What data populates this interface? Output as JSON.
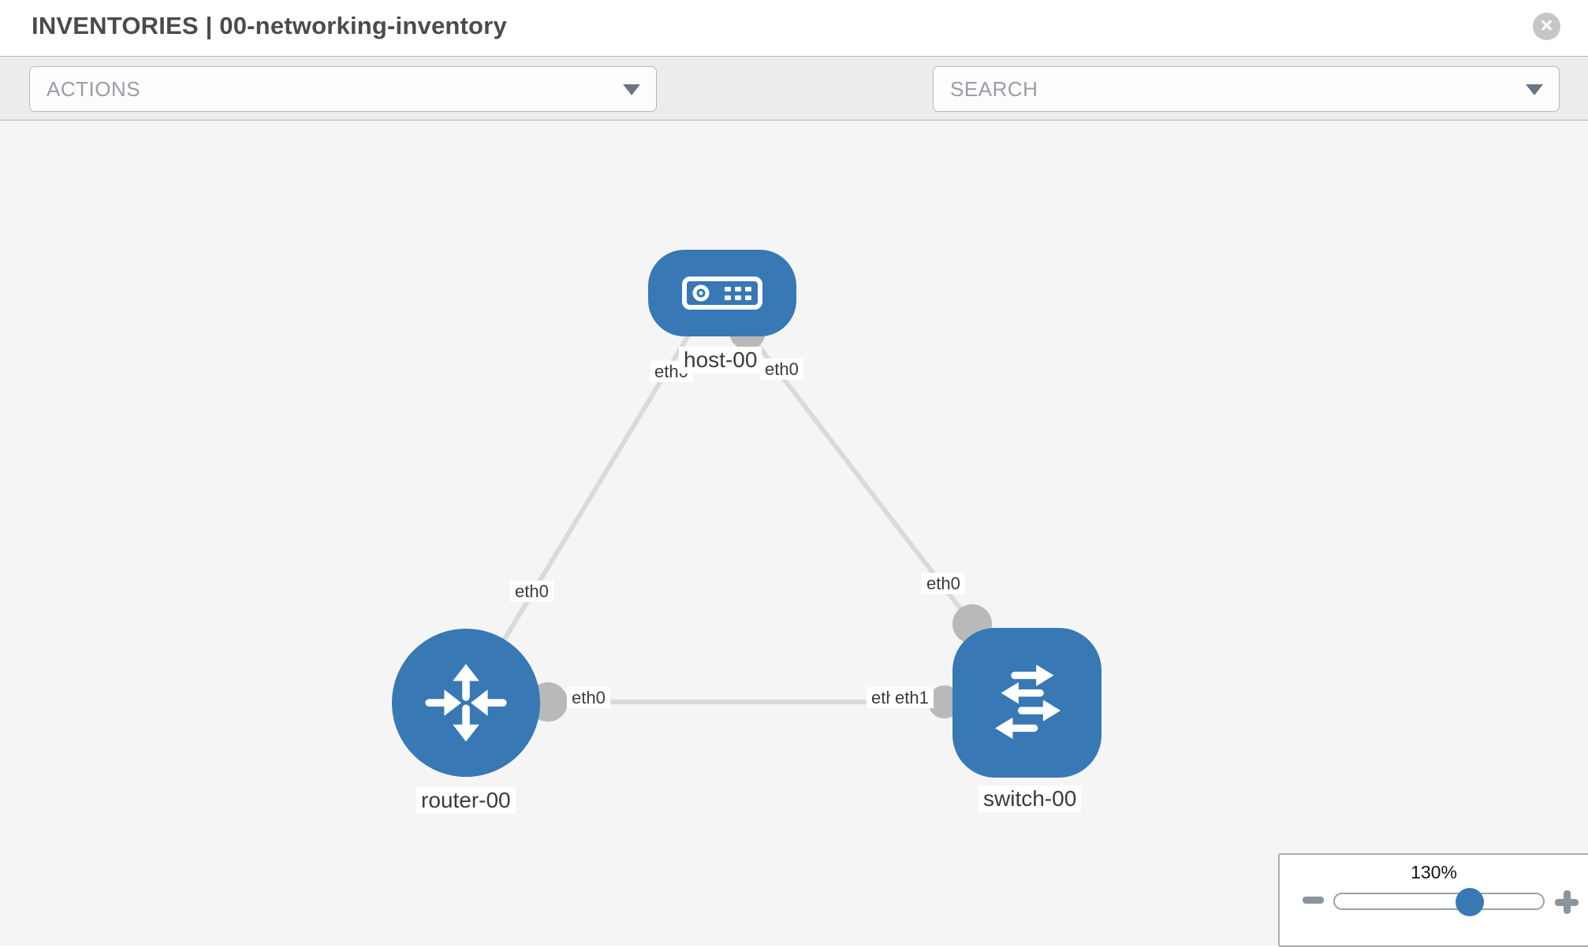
{
  "header": {
    "title": "INVENTORIES | 00-networking-inventory"
  },
  "toolbar": {
    "actions_label": "ACTIONS",
    "search_placeholder": "SEARCH"
  },
  "icons": {
    "close": "×",
    "chevron_down": "triangle-down",
    "wrench": "wrench-icon",
    "key": "key-icon",
    "minus": "minus-icon",
    "plus": "plus-icon"
  },
  "colors": {
    "node_blue": "#3878b5",
    "link_gray": "#dadada",
    "connector_gray": "#b9b9b9",
    "canvas_bg": "#f5f5f5",
    "toolbar_bg": "#ececec"
  },
  "topology": {
    "nodes": [
      {
        "id": "host-00",
        "type": "host",
        "label": "host-00"
      },
      {
        "id": "router-00",
        "type": "router",
        "label": "router-00"
      },
      {
        "id": "switch-00",
        "type": "switch",
        "label": "switch-00"
      }
    ],
    "links": [
      {
        "from": "router-00",
        "to": "host-00",
        "from_interface": "eth0",
        "to_interface": "eth0"
      },
      {
        "from": "host-00",
        "to": "switch-00",
        "from_interface": "eth0",
        "to_interface": "eth0"
      },
      {
        "from": "router-00",
        "to": "switch-00",
        "from_interface": "eth0",
        "to_interface": "eth1"
      }
    ],
    "interface_labels": {
      "host_left": "eth0",
      "host_right": "eth0",
      "router_link_upper": "eth0",
      "switch_link_upper": "eth0",
      "mid_left": "eth0",
      "mid_right_back": "eth0",
      "mid_right_front": "eth1"
    }
  },
  "zoom_control": {
    "level": "130%"
  }
}
